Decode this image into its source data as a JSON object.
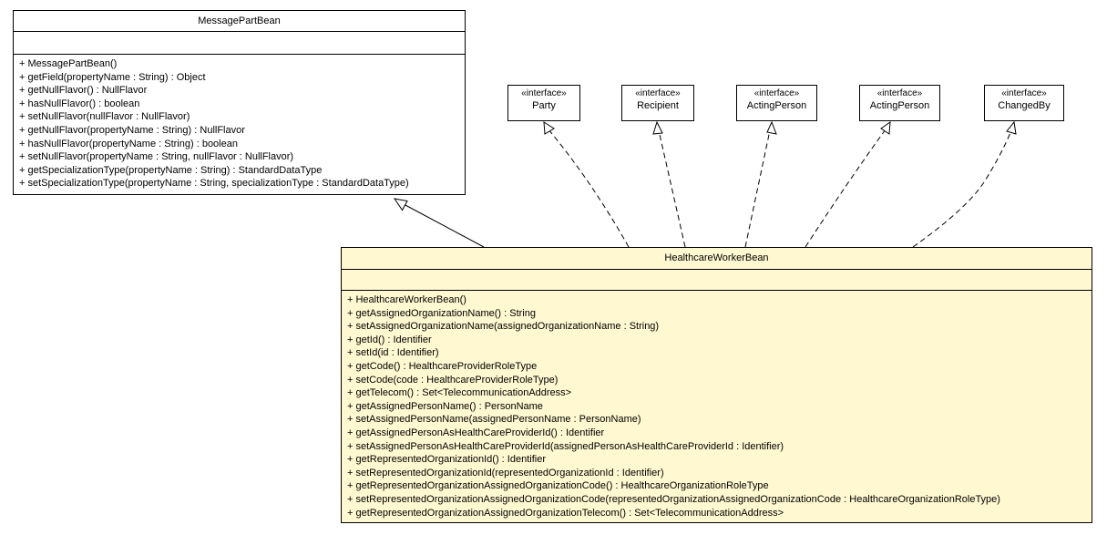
{
  "classes": {
    "message_part_bean": {
      "name": "MessagePartBean",
      "operations": [
        "+ MessagePartBean()",
        "+ getField(propertyName : String) : Object",
        "+ getNullFlavor() : NullFlavor",
        "+ hasNullFlavor() : boolean",
        "+ setNullFlavor(nullFlavor : NullFlavor)",
        "+ getNullFlavor(propertyName : String) : NullFlavor",
        "+ hasNullFlavor(propertyName : String) : boolean",
        "+ setNullFlavor(propertyName : String, nullFlavor : NullFlavor)",
        "+ getSpecializationType(propertyName : String) : StandardDataType",
        "+ setSpecializationType(propertyName : String, specializationType : StandardDataType)"
      ]
    },
    "healthcare_worker_bean": {
      "name": "HealthcareWorkerBean",
      "operations": [
        "+ HealthcareWorkerBean()",
        "+ getAssignedOrganizationName() : String",
        "+ setAssignedOrganizationName(assignedOrganizationName : String)",
        "+ getId() : Identifier",
        "+ setId(id : Identifier)",
        "+ getCode() : HealthcareProviderRoleType",
        "+ setCode(code : HealthcareProviderRoleType)",
        "+ getTelecom() : Set<TelecommunicationAddress>",
        "+ getAssignedPersonName() : PersonName",
        "+ setAssignedPersonName(assignedPersonName : PersonName)",
        "+ getAssignedPersonAsHealthCareProviderId() : Identifier",
        "+ setAssignedPersonAsHealthCareProviderId(assignedPersonAsHealthCareProviderId : Identifier)",
        "+ getRepresentedOrganizationId() : Identifier",
        "+ setRepresentedOrganizationId(representedOrganizationId : Identifier)",
        "+ getRepresentedOrganizationAssignedOrganizationCode() : HealthcareOrganizationRoleType",
        "+ setRepresentedOrganizationAssignedOrganizationCode(representedOrganizationAssignedOrganizationCode : HealthcareOrganizationRoleType)",
        "+ getRepresentedOrganizationAssignedOrganizationTelecom() : Set<TelecommunicationAddress>"
      ]
    }
  },
  "interfaces": [
    {
      "stereotype": "«interface»",
      "name": "Party"
    },
    {
      "stereotype": "«interface»",
      "name": "Recipient"
    },
    {
      "stereotype": "«interface»",
      "name": "ActingPerson"
    },
    {
      "stereotype": "«interface»",
      "name": "ActingPerson"
    },
    {
      "stereotype": "«interface»",
      "name": "ChangedBy"
    }
  ],
  "colors": {
    "highlight_fill": "#fff8d0",
    "line": "#000000"
  }
}
